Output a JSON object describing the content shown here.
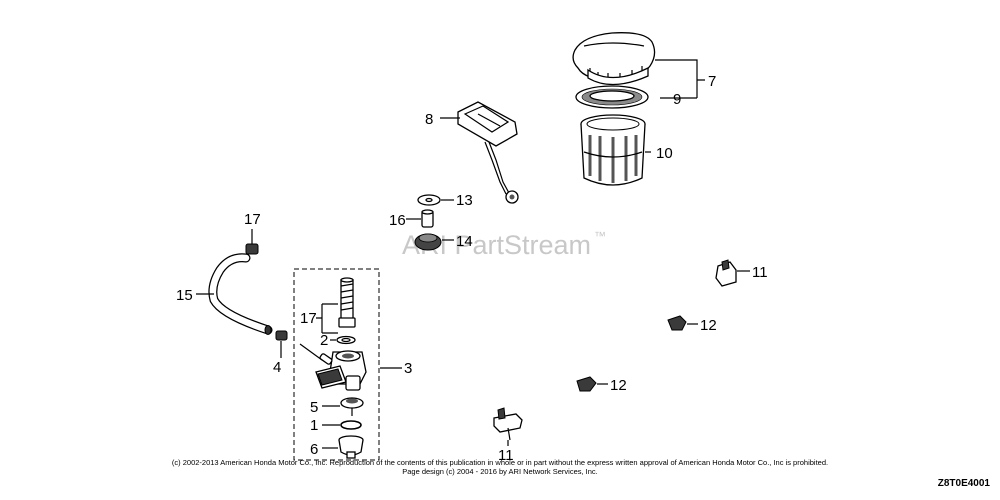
{
  "watermark": {
    "text": "ARI PartStream",
    "tm": "™"
  },
  "callouts": [
    {
      "id": "c7",
      "text": "7"
    },
    {
      "id": "c9",
      "text": "9"
    },
    {
      "id": "c8",
      "text": "8"
    },
    {
      "id": "c10",
      "text": "10"
    },
    {
      "id": "c13",
      "text": "13"
    },
    {
      "id": "c16",
      "text": "16"
    },
    {
      "id": "c14",
      "text": "14"
    },
    {
      "id": "c17a",
      "text": "17"
    },
    {
      "id": "c15",
      "text": "15"
    },
    {
      "id": "c3",
      "text": "3"
    },
    {
      "id": "c4",
      "text": "4"
    },
    {
      "id": "c17b",
      "text": "17"
    },
    {
      "id": "c2",
      "text": "2"
    },
    {
      "id": "c5",
      "text": "5"
    },
    {
      "id": "c1",
      "text": "1"
    },
    {
      "id": "c6",
      "text": "6"
    },
    {
      "id": "c11a",
      "text": "11"
    },
    {
      "id": "c12a",
      "text": "12"
    },
    {
      "id": "c12b",
      "text": "12"
    },
    {
      "id": "c11b",
      "text": "11"
    }
  ],
  "footer": {
    "line1": "(c) 2002-2013 American Honda Motor Co., Inc. Reproduction of the contents of this publication in whole or in part without the express written approval of American Honda Motor Co., Inc is prohibited.",
    "line2": "Page design (c) 2004 - 2016 by ARI Network Services, Inc.",
    "diagram_code": "Z8T0E4001"
  }
}
